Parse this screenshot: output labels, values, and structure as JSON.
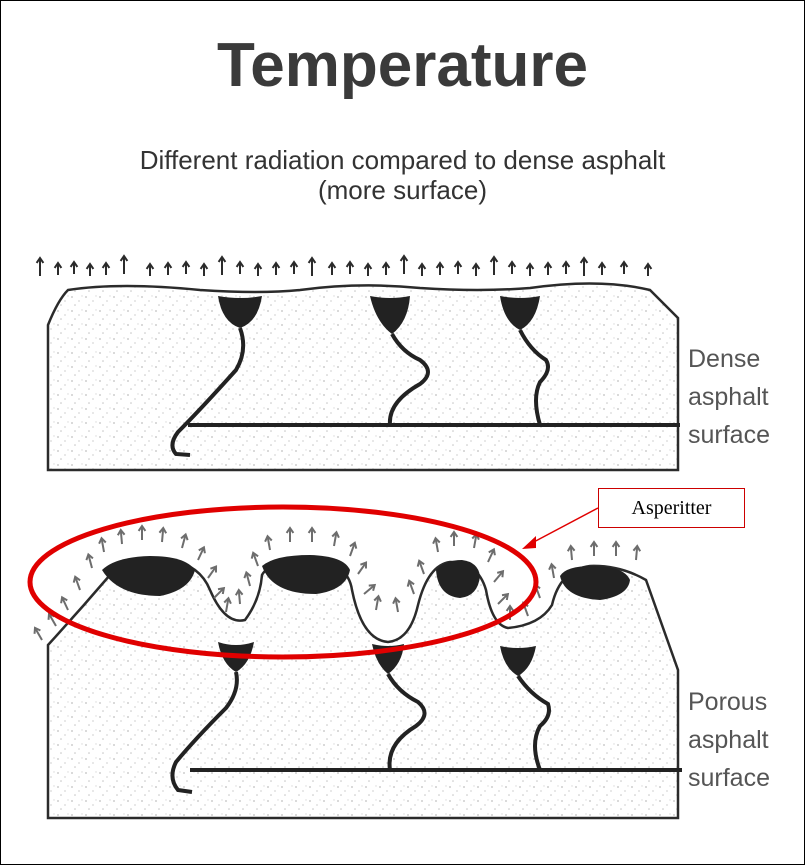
{
  "title": "Temperature",
  "subtitle_line1": "Different radiation compared to dense asphalt",
  "subtitle_line2": "(more surface)",
  "dense_label": {
    "line1": "Dense",
    "line2": "asphalt",
    "line3": "surface"
  },
  "porous_label": {
    "line1": "Porous",
    "line2": "asphalt",
    "line3": "surface"
  },
  "callout_label": "Asperitter",
  "colors": {
    "highlight": "#e00000",
    "ink": "#2b2b2b",
    "arrow": "#6d6d6d",
    "speckle": "#c9c9c9"
  }
}
